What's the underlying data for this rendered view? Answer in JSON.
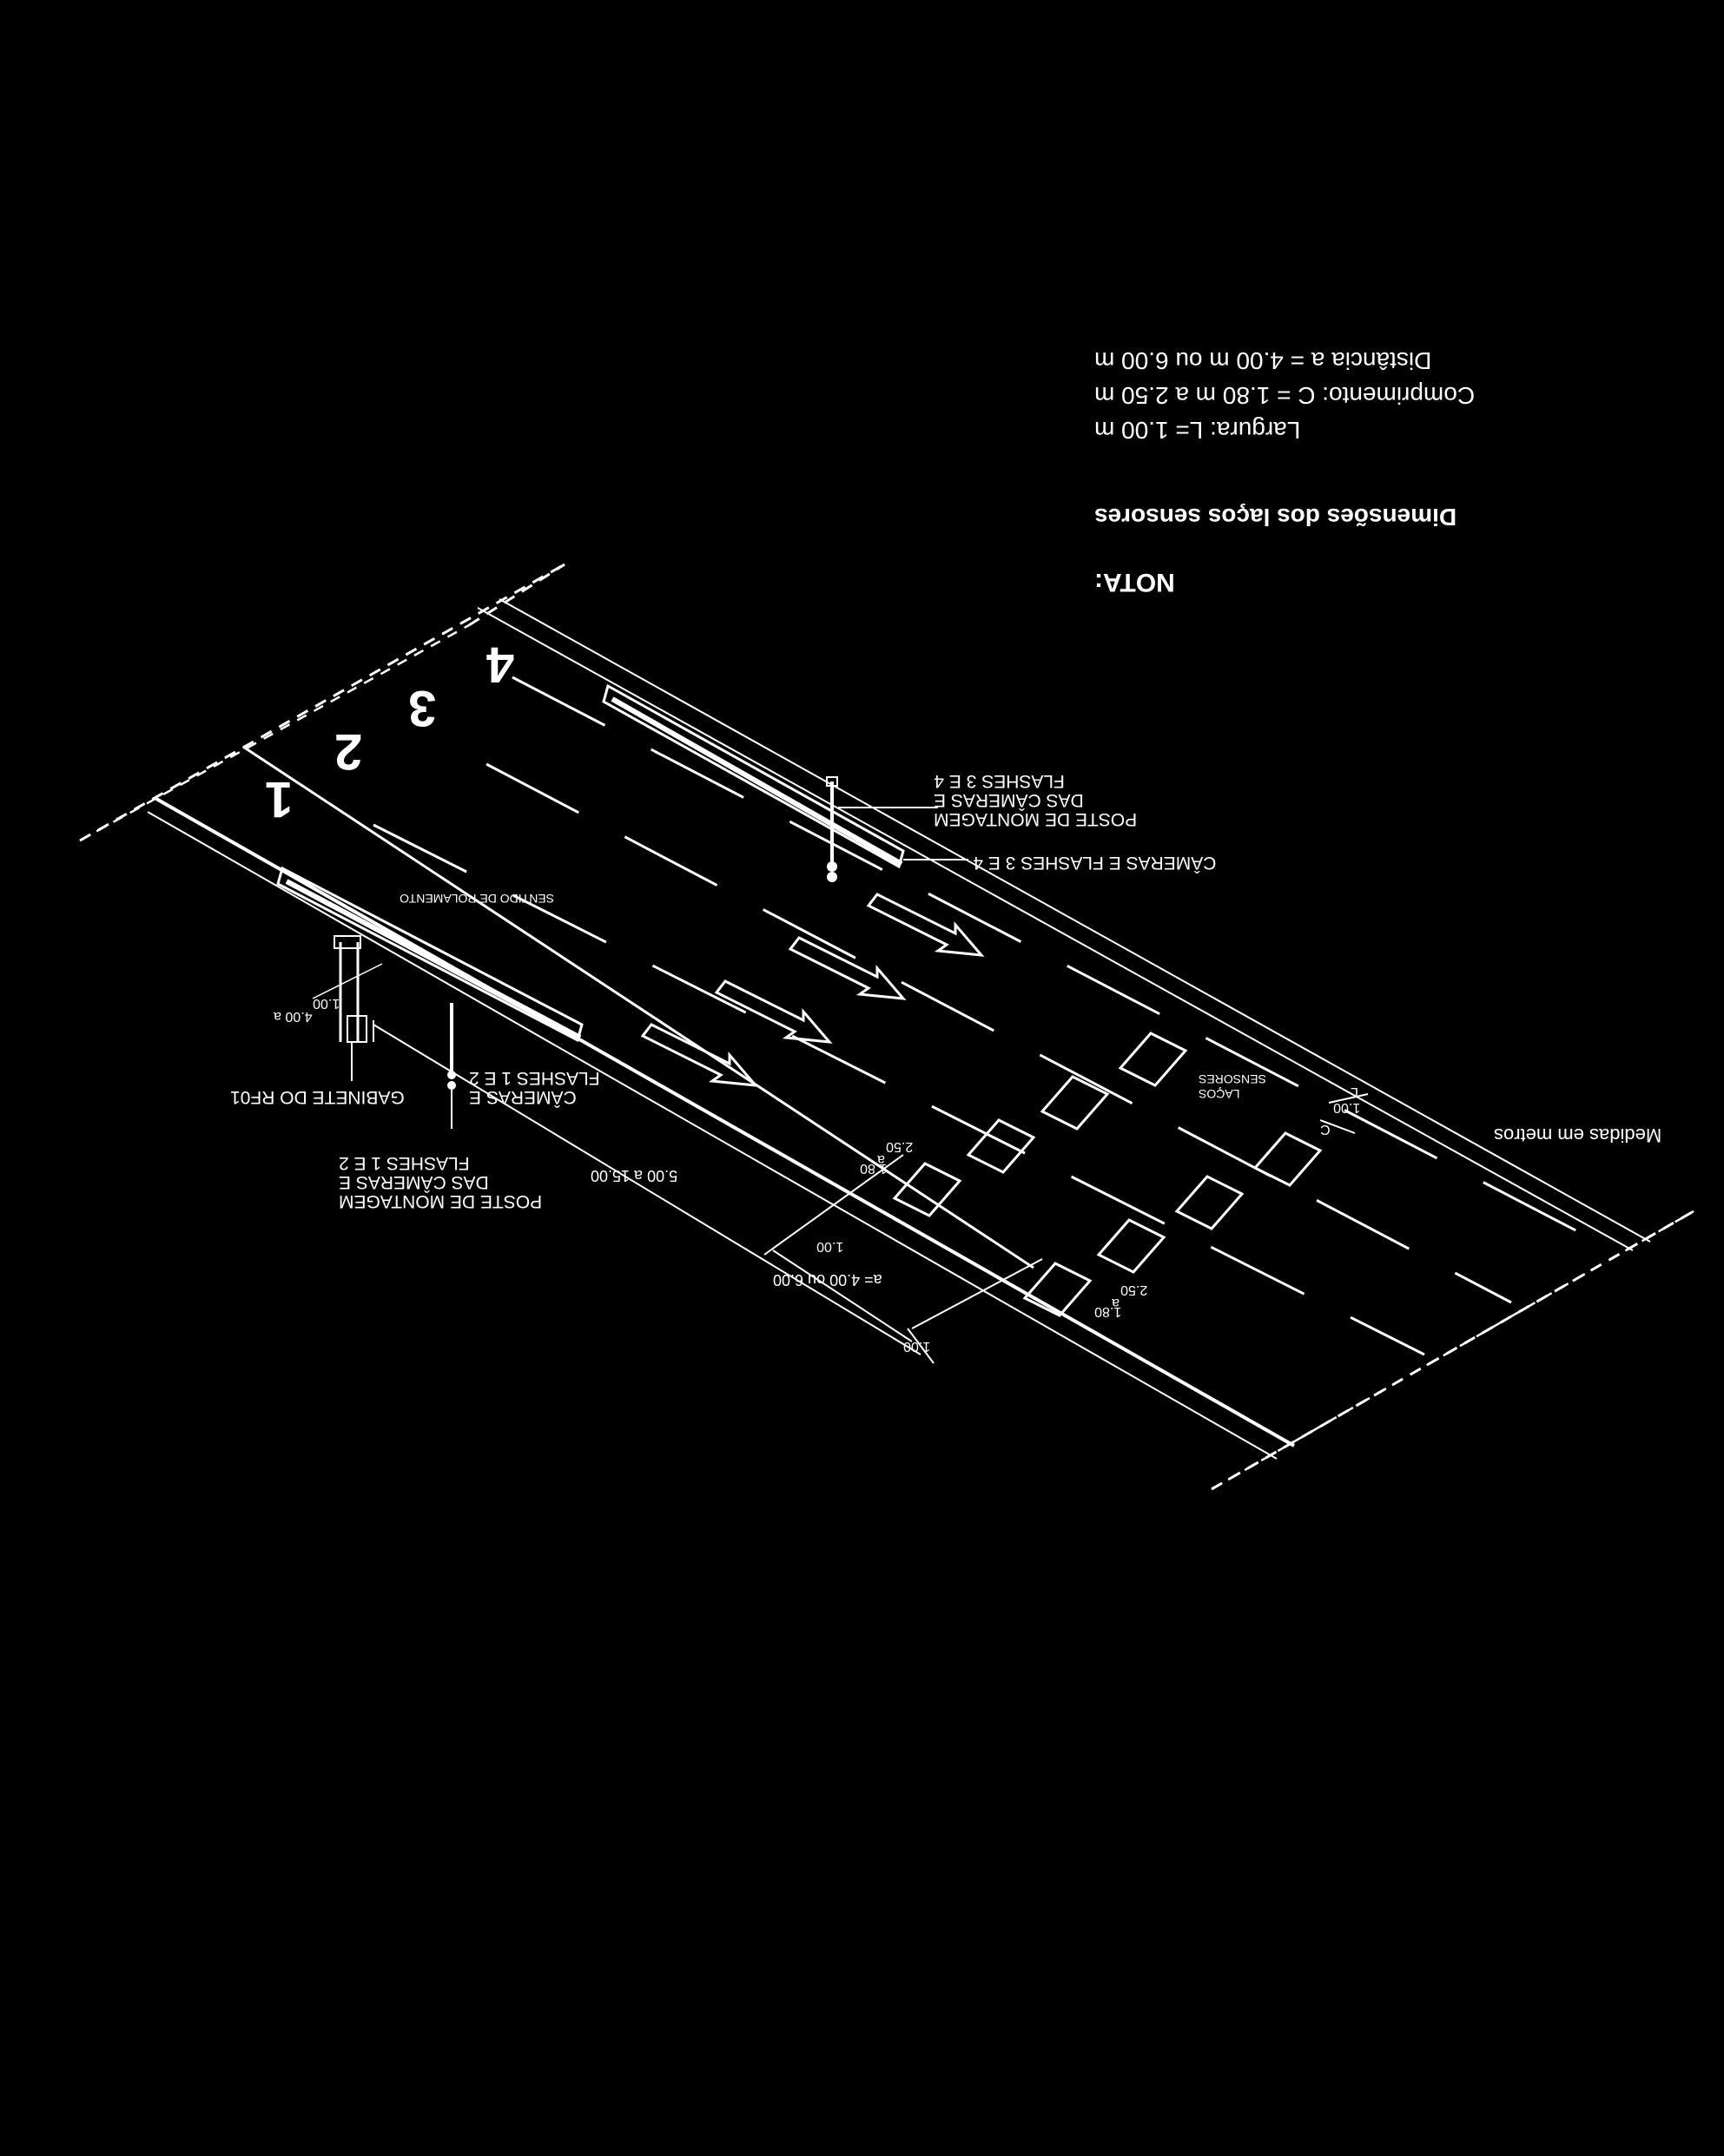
{
  "note": {
    "title": "NOTA:",
    "subtitle": "Dimensões dos laços sensores",
    "lines": [
      "Largura: L= 1.00 m",
      "Comprimento: C = 1.80 m  a  2.50 m",
      "Distância a = 4.00 m ou 6.00 m"
    ]
  },
  "units_note": "Medidas em metros",
  "lane_numbers": [
    "1",
    "2",
    "3",
    "4"
  ],
  "labels": {
    "traffic_direction": "SENTIDO DE ROLAMENTO",
    "cameras_flashes_34": "CÂMERAS E FLASHES 3 E 4",
    "pole_34": [
      "POSTE DE MONTAGEM",
      "DAS CÂMERAS E",
      "FLASHES 3 E 4"
    ],
    "cameras_flashes_12": [
      "CÂMERAS E",
      "FLASHES 1 E 2"
    ],
    "cabinet": "GABINETE DO RF01",
    "pole_12": [
      "POSTE DE MONTAGEM",
      "DAS CÂMERAS E",
      "FLASHES 1 E 2"
    ],
    "sensor_loops": [
      "LAÇOS",
      "SENSORES"
    ]
  },
  "dimensions": {
    "dist_pole": "5.00 a 15.00",
    "dist_a": "a= 4.00 ou 6.00",
    "one_a": "1.00",
    "one_b": "1.00",
    "one_c": "1.00",
    "cab_a": "1.00",
    "cab_b": "4.00 a",
    "len_a": [
      "2.50",
      "a",
      "1.80"
    ],
    "len_b": [
      "2.50",
      "a",
      "1.80"
    ],
    "L": "L",
    "C": "C"
  }
}
